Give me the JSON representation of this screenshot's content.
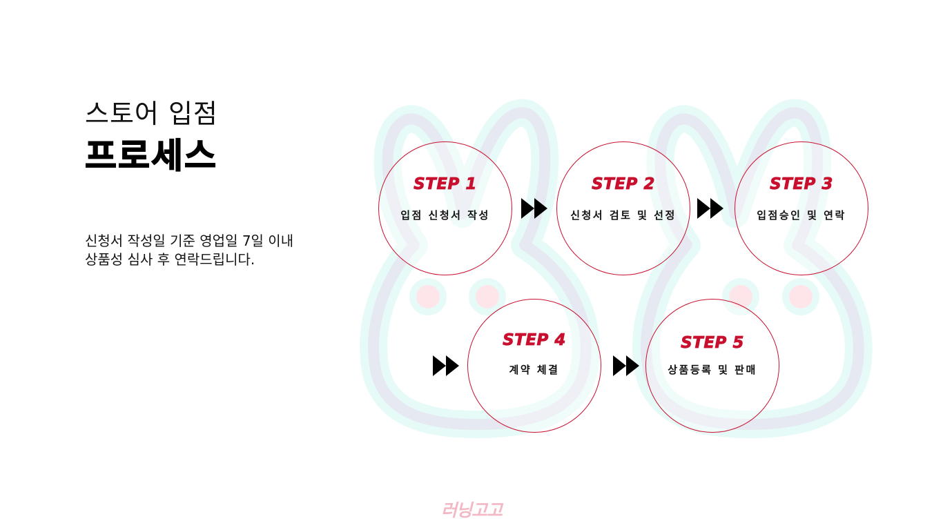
{
  "header": {
    "title_light": "스토어 입점",
    "title_bold": "프로세스"
  },
  "description": {
    "line1": "신청서 작성일 기준 영업일 7일 이내",
    "line2": "상품성 심사 후 연락드립니다."
  },
  "steps": [
    {
      "label": "STEP 1",
      "text": "입점 신청서 작성"
    },
    {
      "label": "STEP 2",
      "text": "신청서 검토 및 선정"
    },
    {
      "label": "STEP 3",
      "text": "입점승인 및 연락"
    },
    {
      "label": "STEP 4",
      "text": "계약 체결"
    },
    {
      "label": "STEP 5",
      "text": "상품등록 및 판매"
    }
  ],
  "footer": {
    "logo_text": "러닝고고"
  },
  "colors": {
    "accent": "#c8102e",
    "arrow": "#000000",
    "bunny_outer": "#e6fbf8",
    "bunny_inner": "#e6e9f1",
    "bunny_cheek": "#fde5ea",
    "logo": "#f2b8c4"
  },
  "icons": {
    "arrow": "fast-forward-icon",
    "background": "bunny-outline-illustration"
  }
}
